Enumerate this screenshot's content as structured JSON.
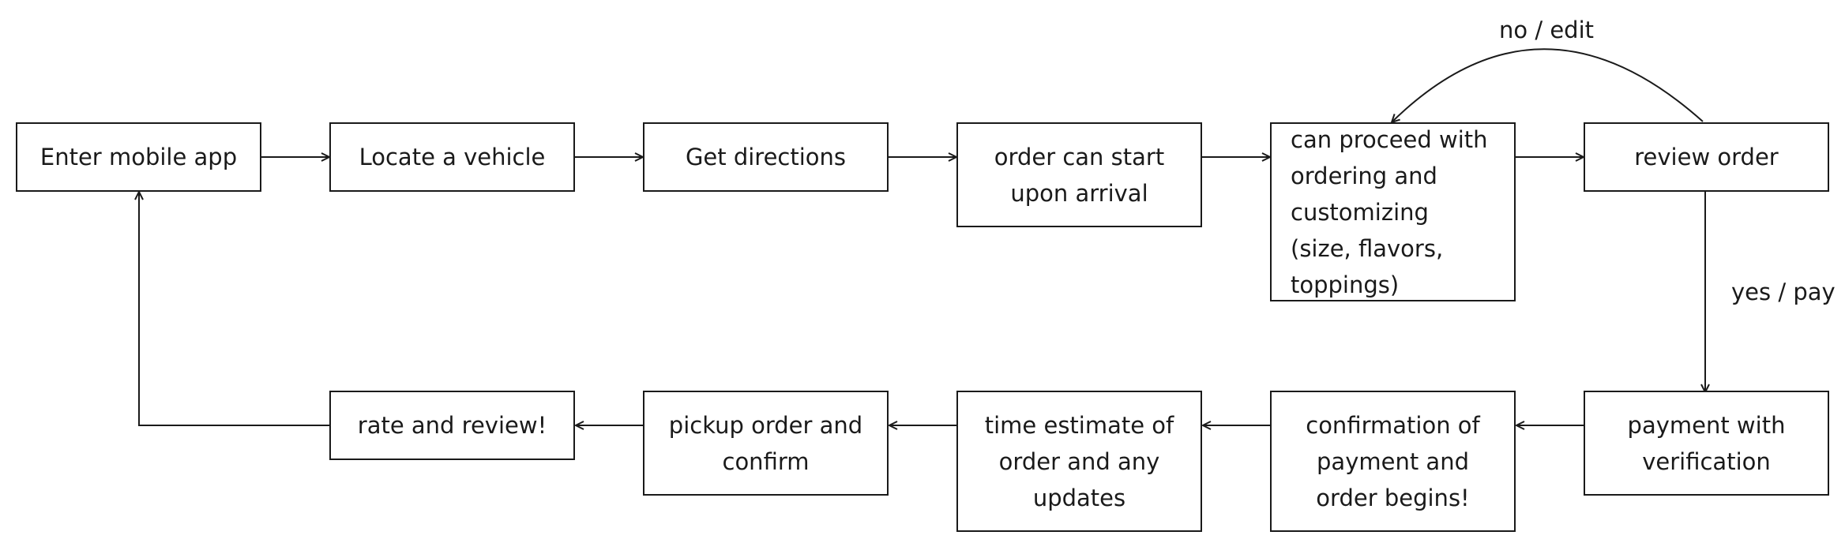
{
  "nodes": {
    "enter_app": "Enter mobile app",
    "locate_vehicle": "Locate a vehicle",
    "get_directions": "Get directions",
    "order_start": "order can start upon arrival",
    "proceed_ordering": "can proceed with ordering and customizing (size, flavors, toppings)",
    "review_order": "review order",
    "payment": "payment with verification",
    "confirmation": "confirmation of payment and order begins!",
    "time_estimate": "time estimate of order and any updates",
    "pickup": "pickup order and confirm",
    "rate_review": "rate and review!"
  },
  "edge_labels": {
    "no_edit": "no / edit",
    "yes_pay": "yes / pay"
  },
  "colors": {
    "line": "#1a1a1a",
    "background": "#ffffff"
  }
}
